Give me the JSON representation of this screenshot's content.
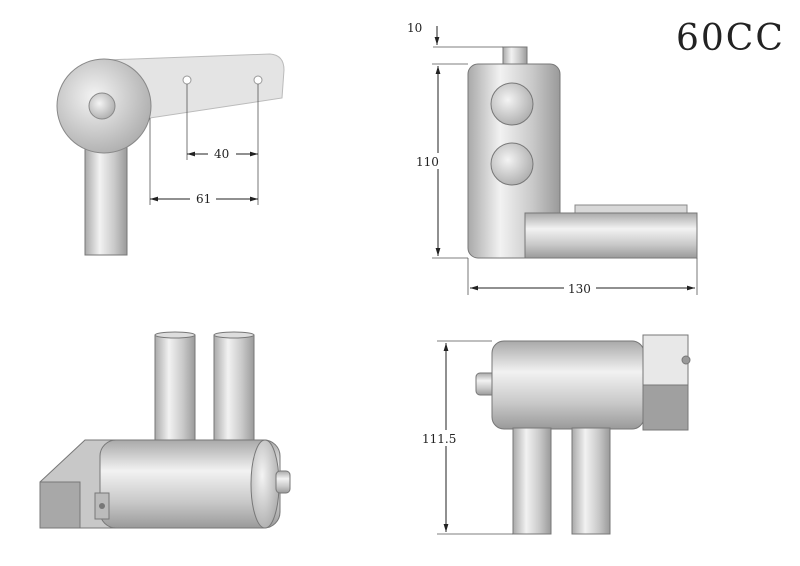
{
  "title": "60CC",
  "dimensions": {
    "hole_spacing": "40",
    "arm_length": "61",
    "outlet_height": "10",
    "body_height": "110",
    "total_width": "130",
    "side_height": "111.5"
  }
}
